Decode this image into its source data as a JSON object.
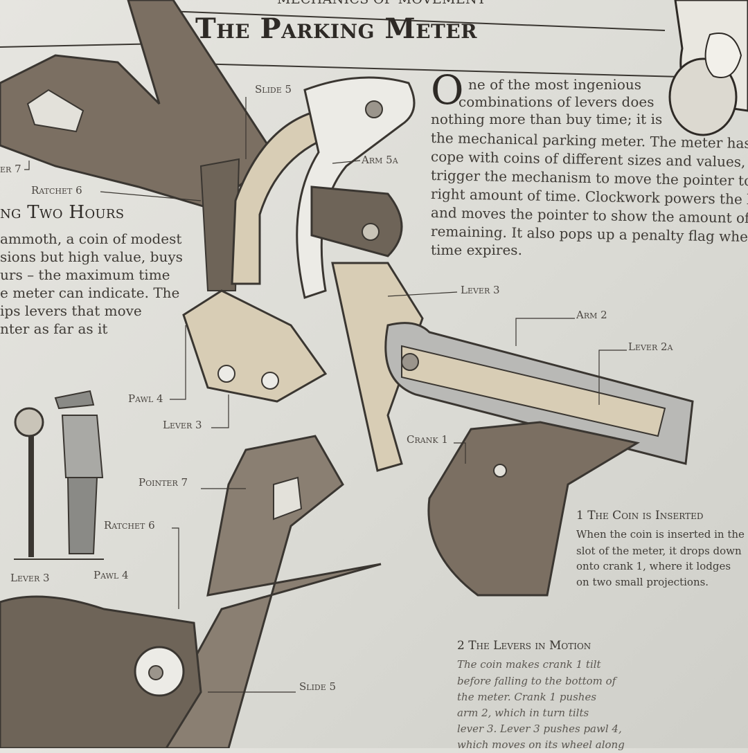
{
  "header": {
    "section": "MECHANICS OF MOVEMENT",
    "title": "The Parking Meter"
  },
  "intro": {
    "dropcap": "O",
    "lines": [
      "ne of the most ingenious",
      "combinations of levers does",
      "nothing more than buy time; it is",
      "the mechanical parking meter. The meter has to",
      "cope with coins of different sizes and values, whi",
      "trigger the mechanism to move the pointer to th",
      "right amount of time. Clockwork powers the leve",
      "and moves the pointer to show the amount of tin",
      "remaining. It also pops up a penalty flag when th",
      "time expires."
    ]
  },
  "side_section": {
    "heading": "ng Two Hours",
    "lines": [
      "ammoth, a coin of modest",
      "sions but high value, buys",
      "urs – the maximum time",
      "e meter can indicate. The",
      "ips levers that move",
      "nter as far as it"
    ]
  },
  "labels": {
    "slide5_top": "Slide 5",
    "pointer7_cut": "er 7",
    "ratchet6_top": "Ratchet 6",
    "arm5a": "Arm 5a",
    "lever3_right": "Lever 3",
    "arm2": "Arm 2",
    "lever2a": "Lever 2a",
    "pawl4_mid": "Pawl 4",
    "lever3_mid": "Lever 3",
    "crank1": "Crank 1",
    "pointer7": "Pointer 7",
    "ratchet6_low": "Ratchet 6",
    "lever3_low": "Lever 3",
    "pawl4_low": "Pawl 4",
    "slide5_low": "Slide 5"
  },
  "step1": {
    "heading": "1 The Coin is Inserted",
    "lines": [
      "When the coin is inserted in the",
      "slot of the meter, it drops down",
      "onto crank 1, where it lodges",
      "on two small projections."
    ]
  },
  "step2": {
    "heading": "2 The Levers in Motion",
    "lines": [
      "The coin makes crank 1 tilt",
      "before falling to the bottom of",
      "the meter. Crank 1 pushes",
      "arm 2, which in turn tilts",
      "lever 3. Lever 3 pushes pawl 4,",
      "which moves on its wheel along"
    ]
  },
  "colors": {
    "paper": "#e0e0da",
    "ink": "#3a3631",
    "mechanism_dark": "#7b6f62",
    "mechanism_light": "#d8cdb5",
    "lever_grey": "#b9b9b6"
  }
}
